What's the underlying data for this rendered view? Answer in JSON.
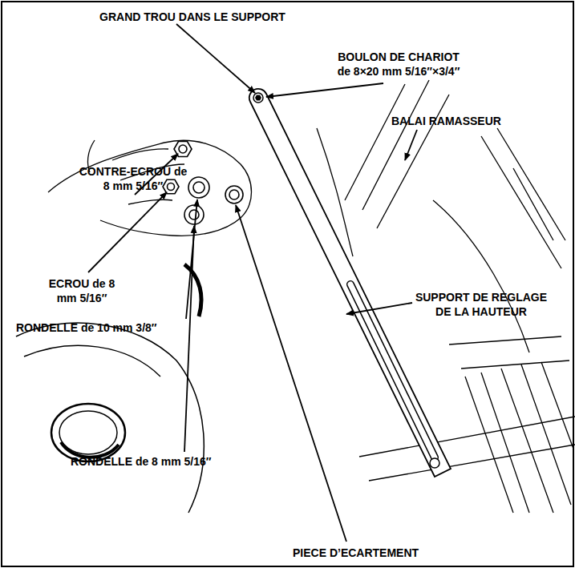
{
  "diagram": {
    "labels": [
      "GRAND TROU DANS LE SUPPORT",
      "BOULON DE CHARIOT de 8×20 mm 5/16″×3/4″",
      "CONTRE-ECROU de 8 mm 5/16″",
      "BALAI RAMASSEUR",
      "SUPPORT DE REGLAGE DE LA HAUTEUR",
      "ECROU de 8 mm 5/16″",
      "RONDELLE de 10 mm 3/8″",
      "RONDELLE de 8 mm 5/16″",
      "PIECE D’ECARTEMENT"
    ]
  }
}
